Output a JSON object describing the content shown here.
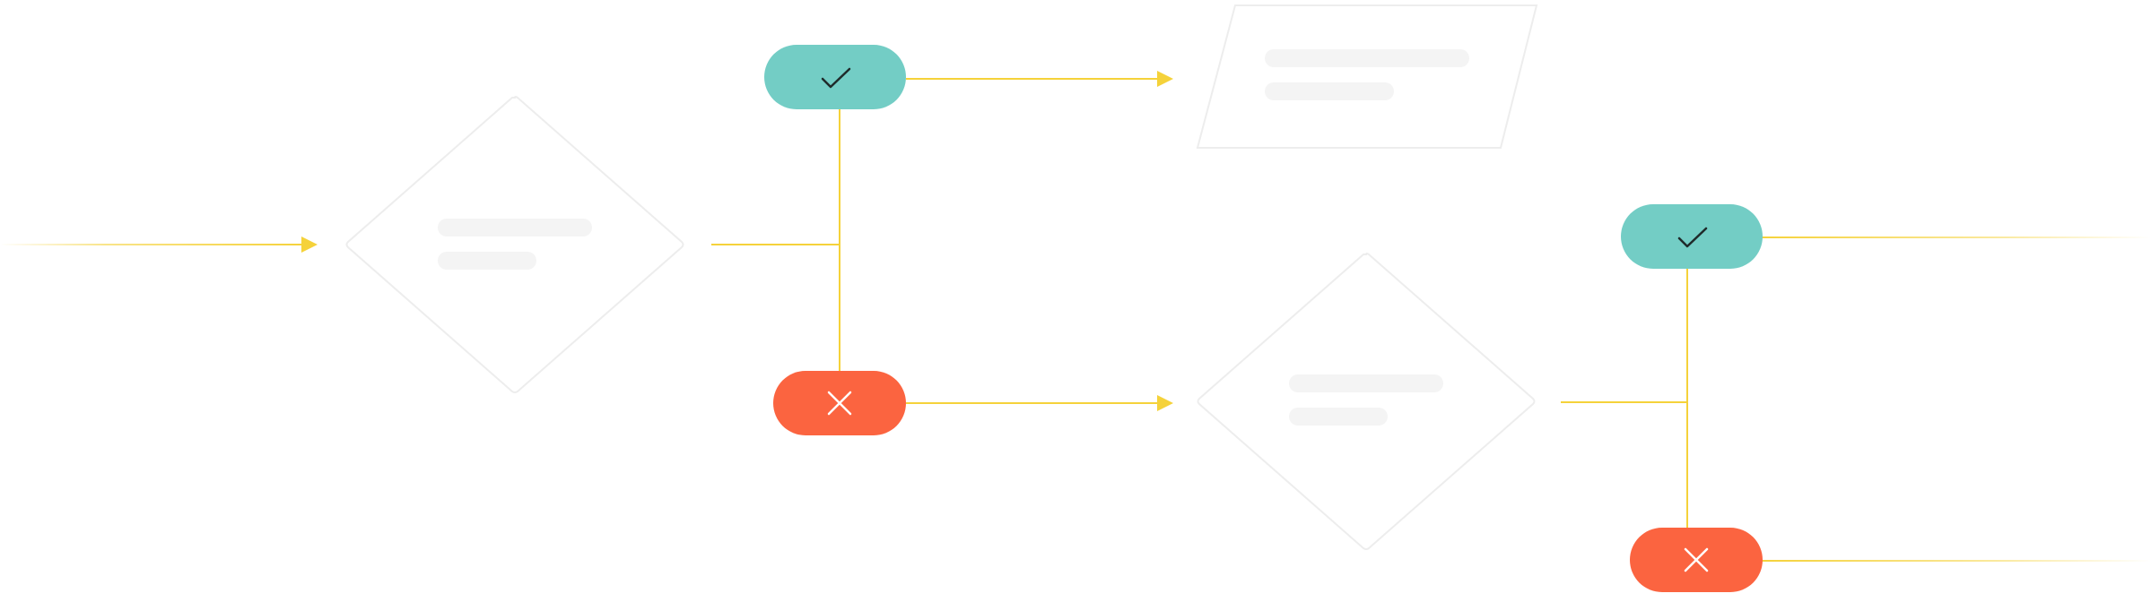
{
  "diagram": {
    "type": "flowchart",
    "colors": {
      "background": "#ffffff",
      "connector": "#f5d23a",
      "shape_outline": "#ededed",
      "placeholder_bar": "#f4f4f4",
      "yes_pill": "#73cdc5",
      "no_pill": "#fb6440",
      "yes_icon": "#1f2a2a",
      "no_icon": "#ffffff"
    },
    "nodes": [
      {
        "id": "decision-1",
        "shape": "diamond",
        "label": ""
      },
      {
        "id": "yes-1",
        "shape": "pill",
        "status": "yes",
        "icon": "check-icon"
      },
      {
        "id": "no-1",
        "shape": "pill",
        "status": "no",
        "icon": "close-icon"
      },
      {
        "id": "process-1",
        "shape": "parallelogram",
        "label": ""
      },
      {
        "id": "decision-2",
        "shape": "diamond",
        "label": ""
      },
      {
        "id": "yes-2",
        "shape": "pill",
        "status": "yes",
        "icon": "check-icon"
      },
      {
        "id": "no-2",
        "shape": "pill",
        "status": "no",
        "icon": "close-icon"
      }
    ],
    "edges": [
      {
        "from": "input",
        "to": "decision-1"
      },
      {
        "from": "decision-1",
        "to": "yes-1"
      },
      {
        "from": "decision-1",
        "to": "no-1"
      },
      {
        "from": "yes-1",
        "to": "process-1"
      },
      {
        "from": "no-1",
        "to": "decision-2"
      },
      {
        "from": "decision-2",
        "to": "yes-2"
      },
      {
        "from": "decision-2",
        "to": "no-2"
      },
      {
        "from": "yes-2",
        "to": "output"
      },
      {
        "from": "no-2",
        "to": "output"
      }
    ]
  }
}
